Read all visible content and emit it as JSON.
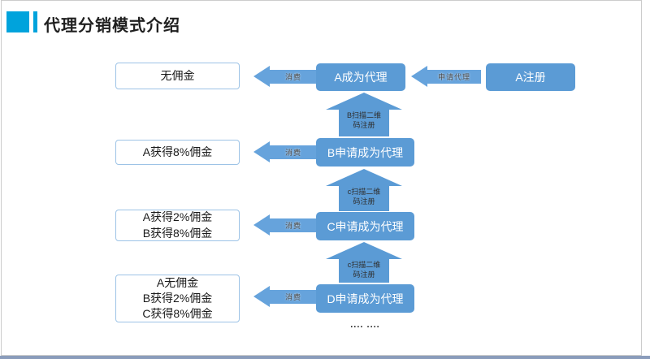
{
  "title": {
    "text": "代理分销模式介绍"
  },
  "colors": {
    "accent_cyan": "#00a3dc",
    "box_blue": "#5b9bd5",
    "arrow_blue": "#66a3dc",
    "white_box_border": "#9dc3e6",
    "footer_bar": "#8a9cbb"
  },
  "diagram": {
    "rows": [
      {
        "result": "无佣金",
        "consume": "消费",
        "agent": "A成为代理",
        "apply": "申请代理",
        "register": "A注册"
      },
      {
        "result": "A获得8%佣金",
        "consume": "消费",
        "agent": "B申请成为代理"
      },
      {
        "result": "A获得2%佣金\nB获得8%佣金",
        "consume": "消费",
        "agent": "C申请成为代理"
      },
      {
        "result": "A无佣金\nB获得2%佣金\nC获得8%佣金",
        "consume": "消费",
        "agent": "D申请成为代理"
      }
    ],
    "up_arrows": [
      {
        "label": "B扫描二维\n码注册"
      },
      {
        "label": "c扫描二维\n码注册"
      },
      {
        "label": "c扫描二维\n码注册"
      }
    ],
    "ellipsis": ".... ...."
  }
}
